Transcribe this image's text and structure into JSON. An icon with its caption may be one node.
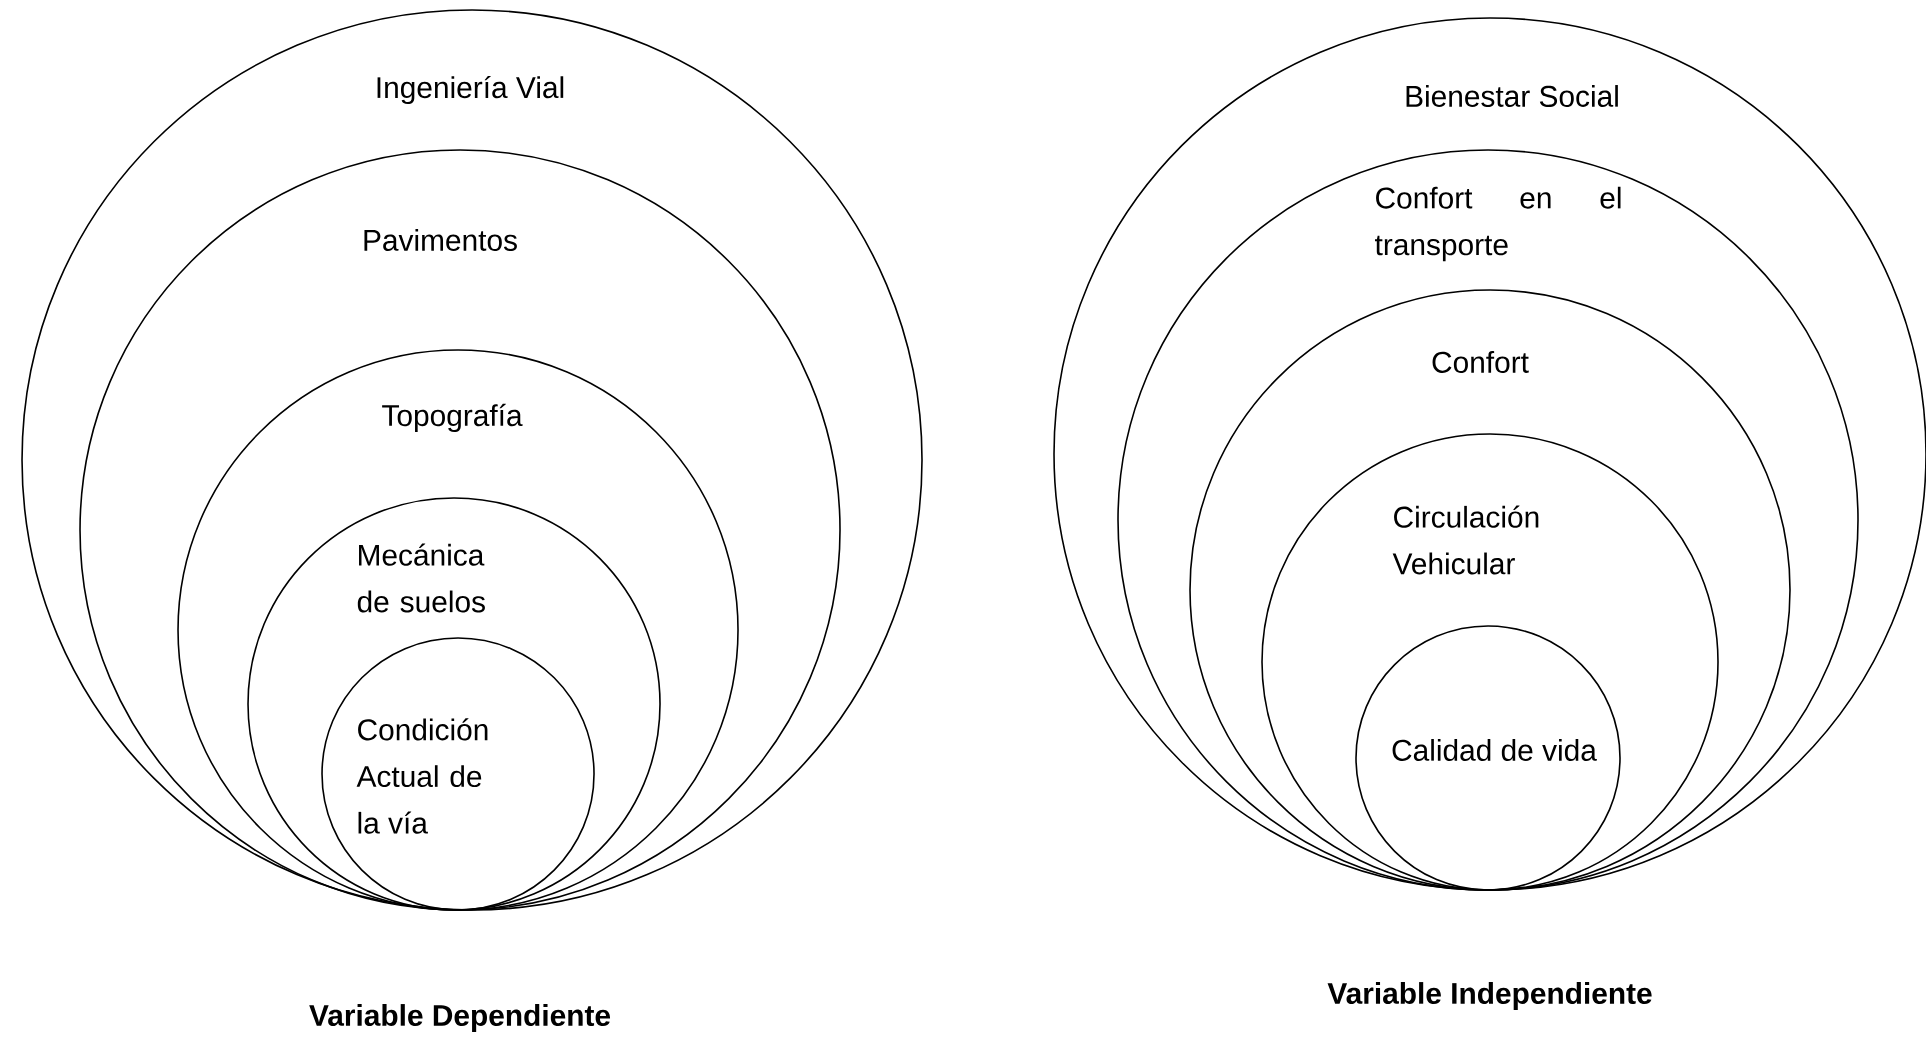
{
  "diagram": {
    "nodes": [
      {
        "text": [
          "Ingeniería Vial"
        ]
      },
      {
        "text": [
          "Pavimentos"
        ],
        "in": 0
      },
      {
        "text": [
          "Topografía"
        ],
        "in": 1
      },
      {
        "text": [
          "Mecánica de suelos"
        ],
        "in": 2
      },
      {
        "text": [
          "Condición Actual de la vía"
        ],
        "in": 3
      },
      {
        "text": [
          "Bienestar Social"
        ]
      },
      {
        "text": [
          "Confort en el transporte"
        ],
        "in": 5
      },
      {
        "text": [
          "Confort"
        ],
        "in": 6
      },
      {
        "text": [
          "Circulación Vehicular"
        ],
        "in": 7
      },
      {
        "text": [
          "Calidad de vida"
        ],
        "in": 8
      }
    ],
    "labels": [
      "Variable Dependiente",
      "Variable Independiente"
    ]
  }
}
